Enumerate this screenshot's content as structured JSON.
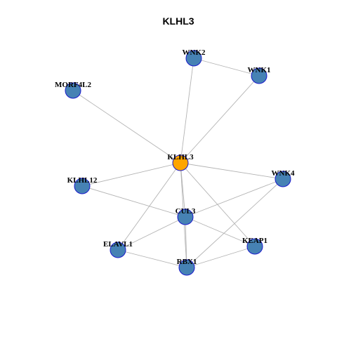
{
  "title": "KLHL3",
  "colors": {
    "hub_fill": "#FFA500",
    "node_fill": "#4682B4",
    "node_border": "#1A1ACC",
    "edge": "#B3B3B3"
  },
  "nodes": [
    {
      "id": "KLHL3",
      "label": "KLHL3",
      "hub": true
    },
    {
      "id": "WNK2",
      "label": "WNK2",
      "hub": false
    },
    {
      "id": "WNK1",
      "label": "WNK1",
      "hub": false
    },
    {
      "id": "MORF4L2",
      "label": "MORF4L2",
      "hub": false
    },
    {
      "id": "WNK4",
      "label": "WNK4",
      "hub": false
    },
    {
      "id": "KLHL12",
      "label": "KLHL12",
      "hub": false
    },
    {
      "id": "CUL3",
      "label": "CUL3",
      "hub": false
    },
    {
      "id": "KEAP1",
      "label": "KEAP1",
      "hub": false
    },
    {
      "id": "ELAVL1",
      "label": "ELAVL1",
      "hub": false
    },
    {
      "id": "RBX1",
      "label": "RBX1",
      "hub": false
    }
  ],
  "edges": [
    [
      "WNK2",
      "WNK1"
    ],
    [
      "WNK2",
      "KLHL3"
    ],
    [
      "WNK1",
      "KLHL3"
    ],
    [
      "MORF4L2",
      "KLHL3"
    ],
    [
      "KLHL3",
      "KLHL12"
    ],
    [
      "KLHL3",
      "WNK4"
    ],
    [
      "KLHL3",
      "CUL3"
    ],
    [
      "KLHL3",
      "KEAP1"
    ],
    [
      "KLHL3",
      "ELAVL1"
    ],
    [
      "KLHL3",
      "RBX1"
    ],
    [
      "KLHL12",
      "CUL3"
    ],
    [
      "WNK4",
      "CUL3"
    ],
    [
      "WNK4",
      "RBX1"
    ],
    [
      "CUL3",
      "ELAVL1"
    ],
    [
      "CUL3",
      "KEAP1"
    ],
    [
      "CUL3",
      "RBX1"
    ],
    [
      "ELAVL1",
      "RBX1"
    ],
    [
      "KEAP1",
      "RBX1"
    ]
  ]
}
